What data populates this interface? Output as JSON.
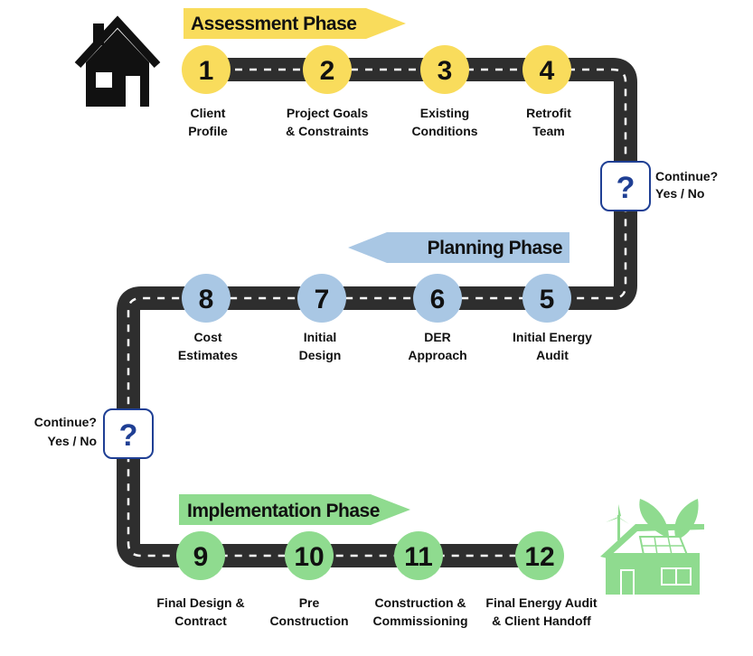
{
  "diagram": {
    "phases": [
      {
        "id": "assessment",
        "label": "Assessment Phase",
        "color": "#f9dc5c"
      },
      {
        "id": "planning",
        "label": "Planning Phase",
        "color": "#a9c7e4"
      },
      {
        "id": "implementation",
        "label": "Implementation Phase",
        "color": "#8fdb8f"
      }
    ],
    "steps": [
      {
        "number": "1",
        "line1": "Client",
        "line2": "Profile",
        "phase": "assessment"
      },
      {
        "number": "2",
        "line1": "Project Goals",
        "line2": "& Constraints",
        "phase": "assessment"
      },
      {
        "number": "3",
        "line1": "Existing",
        "line2": "Conditions",
        "phase": "assessment"
      },
      {
        "number": "4",
        "line1": "Retrofit",
        "line2": "Team",
        "phase": "assessment"
      },
      {
        "number": "5",
        "line1": "Initial Energy",
        "line2": "Audit",
        "phase": "planning"
      },
      {
        "number": "6",
        "line1": "DER",
        "line2": "Approach",
        "phase": "planning"
      },
      {
        "number": "7",
        "line1": "Initial",
        "line2": "Design",
        "phase": "planning"
      },
      {
        "number": "8",
        "line1": "Cost",
        "line2": "Estimates",
        "phase": "planning"
      },
      {
        "number": "9",
        "line1": "Final Design &",
        "line2": "Contract",
        "phase": "implementation"
      },
      {
        "number": "10",
        "line1": "Pre",
        "line2": "Construction",
        "phase": "implementation"
      },
      {
        "number": "11",
        "line1": "Construction &",
        "line2": "Commissioning",
        "phase": "implementation"
      },
      {
        "number": "12",
        "line1": "Final Energy Audit",
        "line2": "& Client Handoff",
        "phase": "implementation"
      }
    ],
    "decisions": [
      {
        "symbol": "?",
        "line1": "Continue?",
        "line2": "Yes / No"
      },
      {
        "symbol": "?",
        "line1": "Continue?",
        "line2": "Yes / No"
      }
    ],
    "icons": {
      "start": "house-icon",
      "end": "green-house-solar-wind-icon"
    },
    "colors": {
      "road": "#2e2e2e",
      "dashes": "#ffffff",
      "decision_border": "#1f3f94",
      "green_house": "#8fdb8f"
    }
  }
}
